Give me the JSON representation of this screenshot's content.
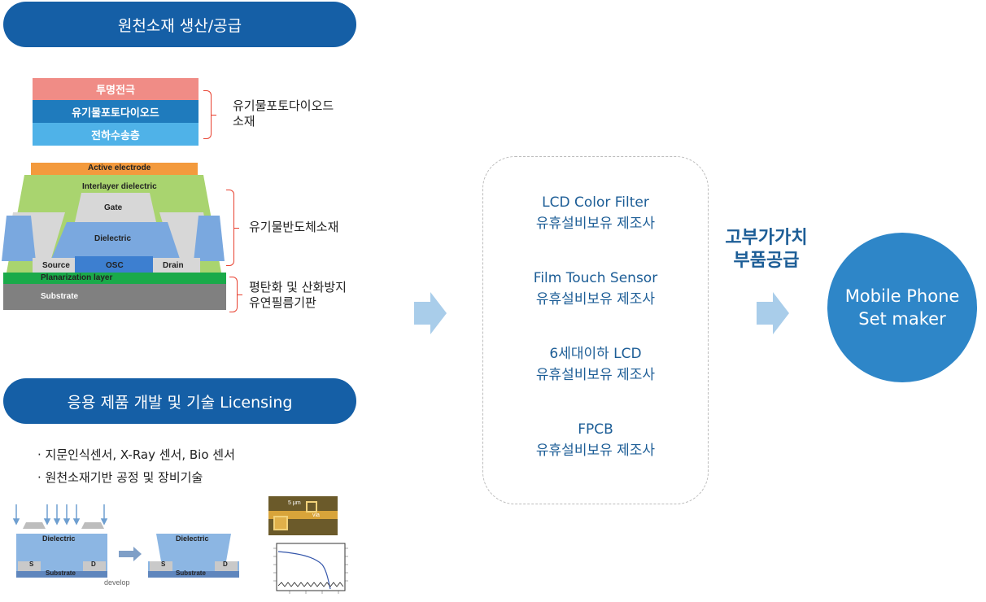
{
  "section1": {
    "title": "원천소재 생산/공급"
  },
  "photodiode_stack": {
    "layers": [
      "투명전극",
      "유기물포토다이오드",
      "전하수송층"
    ],
    "description_line1": "유기물포토다이오드",
    "description_line2": "소재"
  },
  "transistor": {
    "labels": {
      "active_electrode": "Active electrode",
      "interlayer": "Interlayer dielectric",
      "gate": "Gate",
      "dielectric": "Dielectric",
      "source": "Source",
      "osc": "OSC",
      "drain": "Drain",
      "planarization": "Planarization layer",
      "substrate": "Substrate"
    },
    "semiconductor_label": "유기물반도체소재",
    "substrate_desc_line1": "평탄화 및 산화방지",
    "substrate_desc_line2": "유연필름기판"
  },
  "section2": {
    "title": "응용 제품 개발 및 기술 Licensing",
    "bullets": [
      "· 지문인식센서, X-Ray 센서, Bio 센서",
      "· 원천소재기반 공정 및 장비기술"
    ]
  },
  "process_diagram": {
    "dielectric": "Dielectric",
    "substrate": "Substrate",
    "s": "S",
    "d": "D",
    "develop": "develop"
  },
  "micrograph": {
    "scale": "5 μm",
    "via": "via"
  },
  "manufacturers": [
    {
      "name": "LCD Color Filter",
      "role": "유휴설비보유 제조사"
    },
    {
      "name": "Film Touch Sensor",
      "role": "유휴설비보유 제조사"
    },
    {
      "name": "6세대이하 LCD",
      "role": "유휴설비보유 제조사"
    },
    {
      "name": "FPCB",
      "role": "유휴설비보유 제조사"
    }
  ],
  "value_label": {
    "line1": "고부가가치",
    "line2": "부품공급"
  },
  "final_circle": {
    "line1": "Mobile Phone",
    "line2": "Set maker"
  },
  "colors": {
    "pill": "#155fa6",
    "circle": "#2e86c8",
    "arrow": "#a9cdea",
    "red_layer": "#f08c86",
    "blue_layer": "#1f7bbd",
    "light_blue_layer": "#4fb2e8",
    "green": "#a9d46f",
    "orange": "#f39a3d"
  }
}
